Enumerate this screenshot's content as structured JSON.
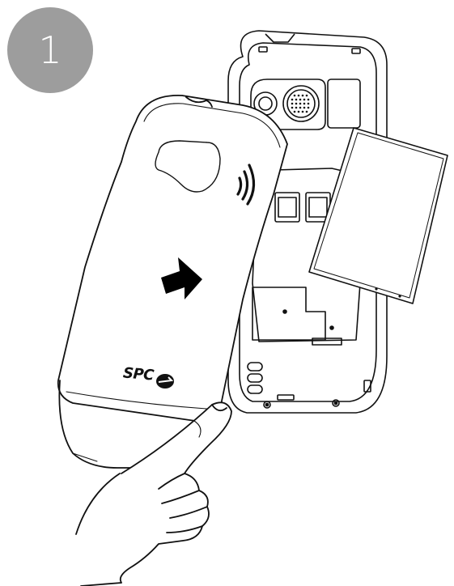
{
  "step": {
    "number": "1"
  },
  "brand": {
    "logo_text": "SPC"
  },
  "colors": {
    "badge": "#9d9d9d",
    "line": "#111111",
    "arrow": "#000000",
    "background": "#ffffff"
  },
  "icons": [
    "nfc-icon",
    "arrow-icon",
    "brand-logo",
    "hand-icon"
  ]
}
